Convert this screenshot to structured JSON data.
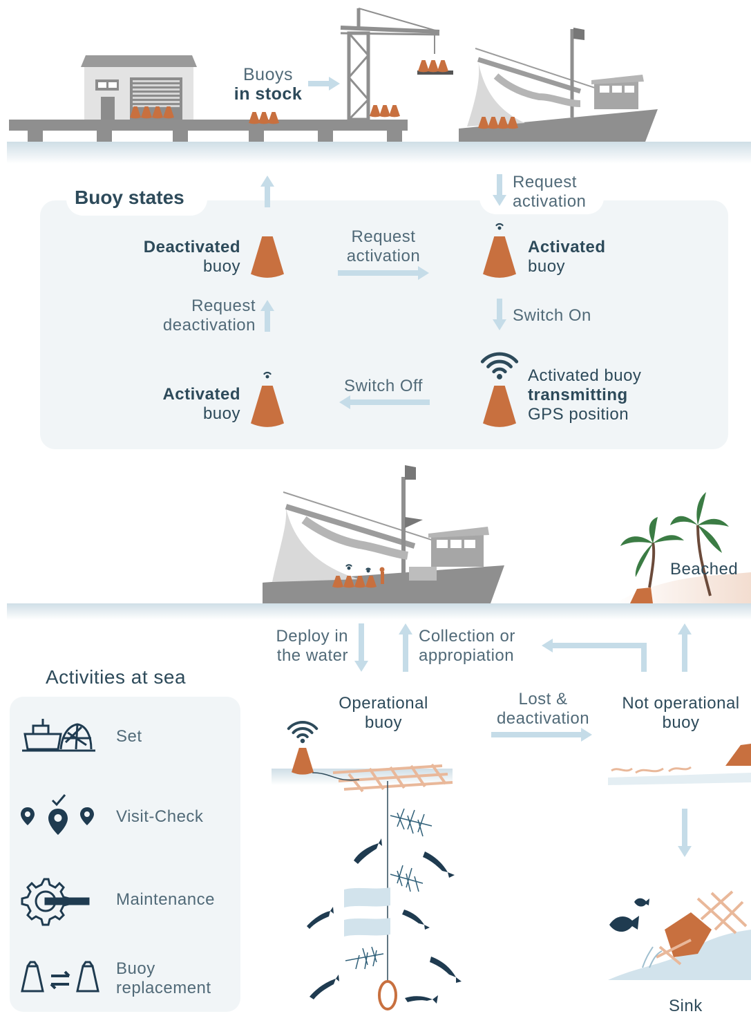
{
  "port": {
    "buoys_in_stock_line1": "Buoys",
    "buoys_in_stock_line2": "in stock"
  },
  "buoy_states": {
    "title": "Buoy states",
    "deactivated_line1": "Deactivated",
    "deactivated_line2": "buoy",
    "activated_top_line1": "Activated",
    "activated_top_line2": "buoy",
    "activated_bottom_line1": "Activated",
    "activated_bottom_line2": "buoy",
    "transmitting_line1": "Activated buoy",
    "transmitting_line2": "transmitting",
    "transmitting_line3": "GPS position",
    "request_activation_top_line1": "Request",
    "request_activation_top_line2": "activation",
    "request_activation_mid_line1": "Request",
    "request_activation_mid_line2": "activation",
    "request_deactivation_line1": "Request",
    "request_deactivation_line2": "deactivation",
    "switch_on": "Switch On",
    "switch_off": "Switch Off"
  },
  "sea": {
    "beached": "Beached",
    "deploy_line1": "Deploy in",
    "deploy_line2": "the water",
    "collection_line1": "Collection or",
    "collection_line2": "appropiation",
    "operational_line1": "Operational",
    "operational_line2": "buoy",
    "lost_line1": "Lost &",
    "lost_line2": "deactivation",
    "not_operational_line1": "Not operational",
    "not_operational_line2": "buoy",
    "sink": "Sink"
  },
  "activities": {
    "title": "Activities at sea",
    "items": [
      {
        "icon": "set-icon",
        "label": "Set"
      },
      {
        "icon": "visit-check-icon",
        "label": "Visit-Check"
      },
      {
        "icon": "maintenance-icon",
        "label": "Maintenance"
      },
      {
        "icon": "buoy-replacement-icon",
        "label_line1": "Buoy",
        "label_line2": "replacement"
      }
    ]
  },
  "colors": {
    "buoy": "#c8703f",
    "buoy_dark": "#a85a30",
    "arrow": "#c5dce8",
    "water": "#e4eef3",
    "gray": "#8c8c8c",
    "dark_text": "#2d4a5a",
    "navy_fish": "#1f3b50"
  }
}
